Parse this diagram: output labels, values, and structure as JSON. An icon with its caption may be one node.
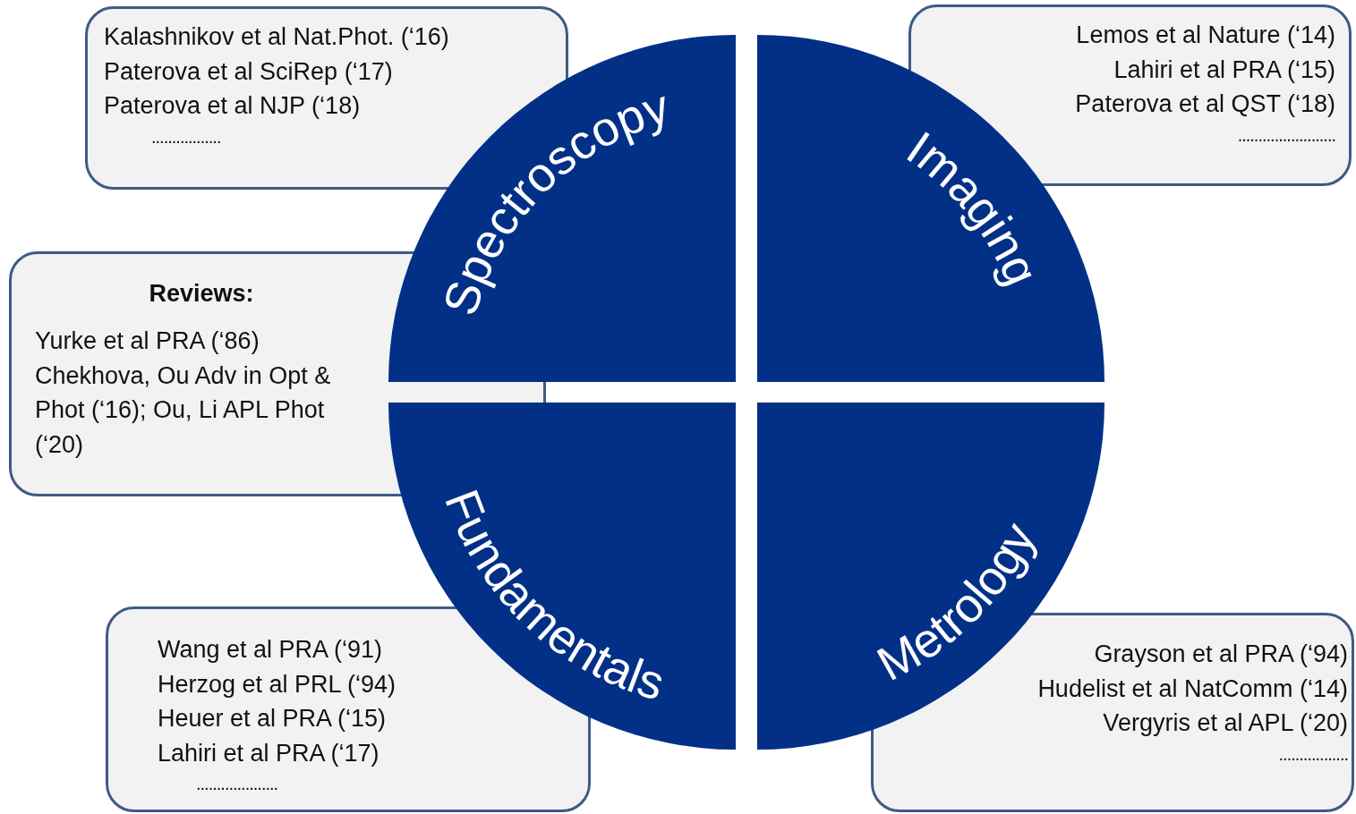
{
  "diagram": {
    "nodes": [
      {
        "text": [
          "Kalashnikov et al Nat.Phot. (‘16)",
          "Paterova et al SciRep (‘17)",
          "Paterova et al NJP (‘18)",
          "................."
        ]
      },
      {
        "text": [
          "Lemos et al Nature (‘14)",
          "Lahiri et al PRA (‘15)",
          "Paterova et al QST (‘18)",
          "........................"
        ]
      },
      {
        "text": [
          "Reviews:",
          "Yurke et al PRA (‘86)",
          "Chekhova, Ou Adv in Opt & Phot (‘16); Ou, Li APL Phot (‘20)"
        ]
      },
      {
        "text": [
          "Spectroscopy"
        ]
      },
      {
        "text": [
          "Imaging"
        ]
      },
      {
        "text": [
          "Fundamentals"
        ]
      },
      {
        "text": [
          "Metrology"
        ]
      },
      {
        "text": [
          "Wang et al PRA (‘91)",
          "Herzog et al PRL (‘94)",
          "Heuer et al PRA (‘15)",
          "Lahiri et al PRA (‘17)",
          "...................."
        ]
      },
      {
        "text": [
          "Grayson et al PRA (‘94)",
          "Hudelist et al NatComm (‘14)",
          "Vergyris et al APL (‘20)",
          "................."
        ]
      }
    ]
  }
}
